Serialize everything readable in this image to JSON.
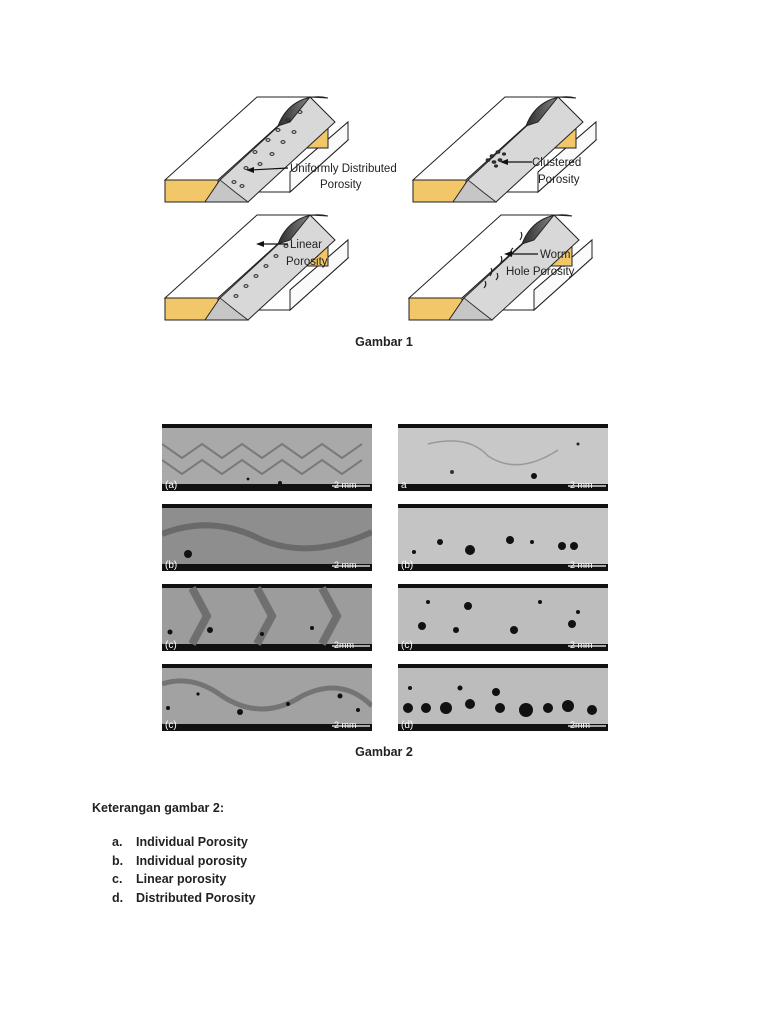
{
  "figure1": {
    "labels": {
      "uniform": [
        "Uniformly Distributed",
        "Porosity"
      ],
      "clustered": [
        "Clustered",
        "Porosity"
      ],
      "linear": [
        "Linear",
        "Porosity"
      ],
      "worm": [
        "Worm",
        "Hole Porosity"
      ]
    },
    "colors": {
      "plate_side": "#f2c76a",
      "plate_top": "#ffffff",
      "bead": "#4a4a4a",
      "groove": "#dcdcdc"
    }
  },
  "caption1": "Gambar 1",
  "figure2": {
    "panels": [
      {
        "letter": "(a)",
        "scale": "2 mm"
      },
      {
        "letter": "a",
        "scale": "2 mm"
      },
      {
        "letter": "(b)",
        "scale": "2 mm"
      },
      {
        "letter": "(b)",
        "scale": "2 mm"
      },
      {
        "letter": "(c)",
        "scale": "2mm"
      },
      {
        "letter": "(c)",
        "scale": "2 mm"
      },
      {
        "letter": "(c)",
        "scale": "2 mm"
      },
      {
        "letter": "(d)",
        "scale": "2mm"
      }
    ]
  },
  "caption2": "Gambar 2",
  "notes": {
    "heading": "Keterangan gambar 2:",
    "items": [
      {
        "mark": "a.",
        "text": "Individual Porosity"
      },
      {
        "mark": "b.",
        "text": "Individual porosity"
      },
      {
        "mark": "c.",
        "text": "Linear porosity"
      },
      {
        "mark": "d.",
        "text": "Distributed Porosity"
      }
    ]
  }
}
